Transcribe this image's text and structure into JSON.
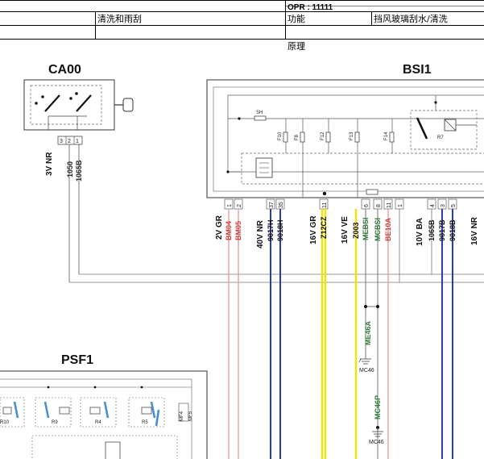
{
  "header": {
    "opr": "OPR : 11111",
    "left_title": "清洗和雨刮",
    "function_label": "功能",
    "function_value": "挡风玻璃刮水/清洗",
    "section_label": "原理"
  },
  "modules": {
    "ca00": {
      "title": "CA00",
      "pins": [
        "3",
        "2",
        "1"
      ],
      "connector": "3V NR",
      "wires": [
        "1050",
        "1065B"
      ]
    },
    "bsi1": {
      "title": "BSI1",
      "internal_labels": {
        "sh": "SH",
        "f10": "F10",
        "f8": "F8",
        "f12": "F12",
        "f13": "F13",
        "f14": "F14",
        "r7": "R7"
      },
      "connector_groups": [
        {
          "conn": "2V GR",
          "pins": [
            "1",
            "2"
          ],
          "wires": [
            "BM04",
            "BM05"
          ]
        },
        {
          "conn": "40V NR",
          "pins": [
            "37",
            "35"
          ],
          "wires": [
            "9017H",
            "9018H"
          ]
        },
        {
          "conn": "16V GR",
          "pins": [
            "11"
          ],
          "wires": [
            "Z12CZ"
          ]
        },
        {
          "conn": "16V VE",
          "pins": [
            "6",
            "8",
            "11",
            "1"
          ],
          "wires": [
            "Z003",
            "MEBSI",
            "MCBSI",
            "BE10A"
          ]
        },
        {
          "conn": "10V BA",
          "pins": [
            "4",
            "3",
            "5"
          ],
          "wires": [
            "1065B",
            "9017B",
            "9018B"
          ]
        },
        {
          "conn": "16V NR",
          "pins": [],
          "wires": []
        }
      ]
    },
    "psf1": {
      "title": "PSF1",
      "relays": [
        "R10",
        "R9",
        "R4",
        "R5"
      ],
      "mf_labels": [
        "MF4",
        "MF5"
      ]
    }
  },
  "grounds": {
    "me46a": {
      "wire": "ME46A",
      "ground": "MC46"
    },
    "mc46p": {
      "wire": "MC46P",
      "ground": "MC46"
    }
  },
  "colors": {
    "red": "#e05a5a",
    "pink": "#e8a0a0",
    "blue": "#2a3ab8",
    "yellow": "#f2e600",
    "green": "#2f7a3a",
    "line": "#555555"
  }
}
